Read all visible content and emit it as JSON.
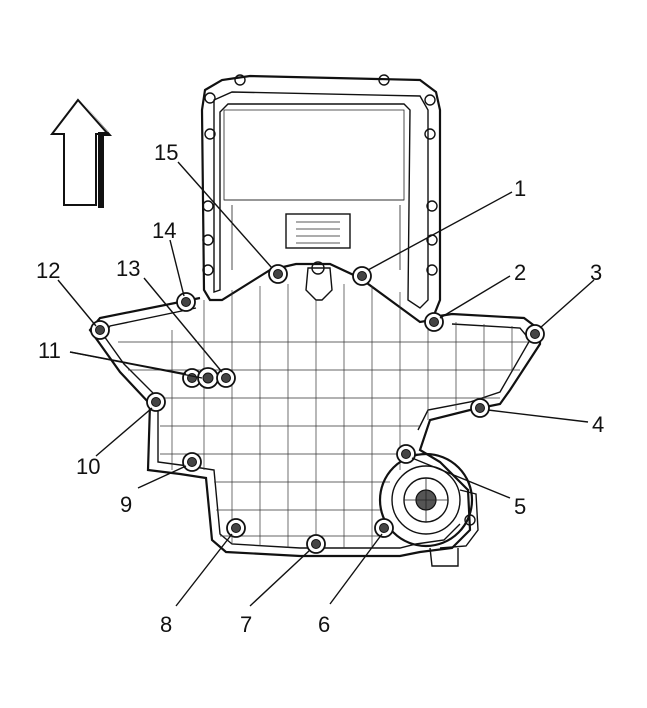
{
  "labels": {
    "l1": "1",
    "l2": "2",
    "l3": "3",
    "l4": "4",
    "l5": "5",
    "l6": "6",
    "l7": "7",
    "l8": "8",
    "l9": "9",
    "l10": "10",
    "l11": "11",
    "l12": "12",
    "l13": "13",
    "l14": "14",
    "l15": "15"
  },
  "icons": {
    "direction_arrow": "up-arrow-icon"
  }
}
